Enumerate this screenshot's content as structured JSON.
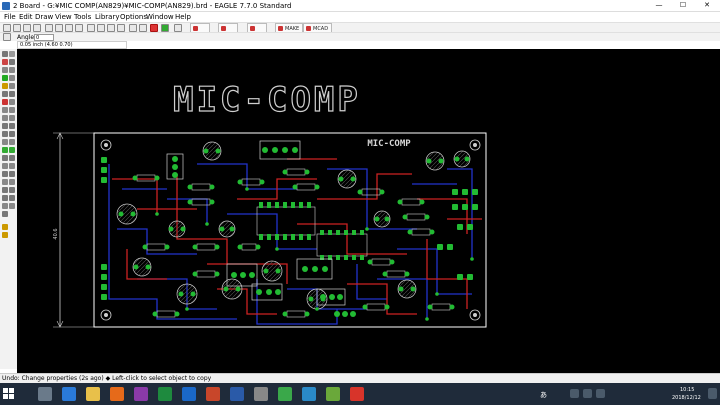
{
  "window": {
    "title": "2 Board - G:¥MIC COMP(AN829)¥MIC-COMP(AN829).brd - EAGLE 7.7.0 Standard",
    "minimize": "—",
    "maximize": "☐",
    "close": "✕"
  },
  "menu": [
    "File",
    "Edit",
    "Draw",
    "View",
    "Tools",
    "Library",
    "Options",
    "Window",
    "Help"
  ],
  "toolbar": {
    "make_label": "MAKE",
    "mcad_label": "MCAD"
  },
  "params": {
    "angle_label": "Angle:",
    "angle_value": "0"
  },
  "coords": "0.05 inch (4.60 0.70)",
  "board": {
    "title_large": "MIC-COMP",
    "title_small": "MIC-COMP",
    "dimension": "40.6"
  },
  "status": "Undo: Change properties (2s ago)  ◆ Left-click to select object to copy",
  "tray": {
    "time": "10:15",
    "date": "2018/12/12",
    "ime": "あ"
  },
  "colors": {
    "canvas": "#000000",
    "board_outline": "#ffffff",
    "top_copper": "#cc2222",
    "bottom_copper": "#2233cc",
    "pad": "#22bb33",
    "silk": "#c8c8c8"
  }
}
